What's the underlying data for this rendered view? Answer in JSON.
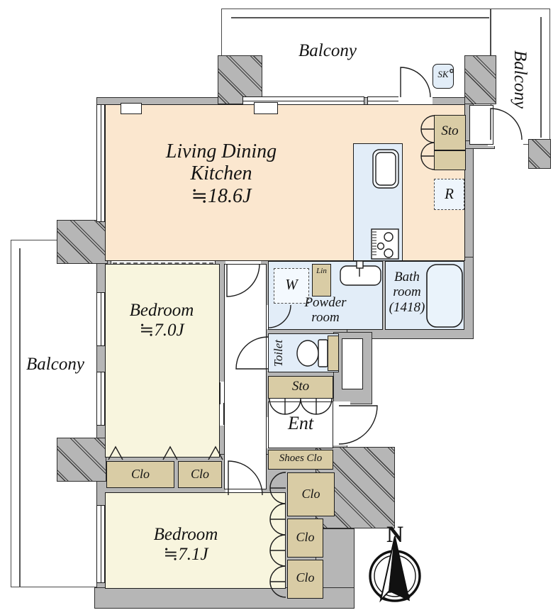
{
  "balconies": {
    "top": "Balcony",
    "right": "Balcony",
    "left": "Balcony"
  },
  "ldk": {
    "line1": "Living Dining",
    "line2": "Kitchen",
    "area": "≒18.6J"
  },
  "bedroom_north": {
    "name": "Bedroom",
    "area": "≒7.0J",
    "clo_left": "Clo",
    "clo_right": "Clo"
  },
  "bedroom_south": {
    "name": "Bedroom",
    "area": "≒7.1J",
    "clo_top": "Clo",
    "clo_mid": "Clo",
    "clo_bottom": "Clo"
  },
  "powder_room": {
    "line1": "Powder",
    "line2": "room",
    "washer": "W",
    "linen": "Lin"
  },
  "bathroom": {
    "line1": "Bath",
    "line2": "room",
    "size": "(1418)"
  },
  "toilet": {
    "label": "Toilet"
  },
  "hall_storage": {
    "label": "Sto"
  },
  "kitchen_storage": {
    "label": "Sto"
  },
  "entrance": {
    "label": "Ent",
    "shoes_closet": "Shoes Clo"
  },
  "appliances": {
    "fridge": "R",
    "slop_sink": "SK"
  },
  "compass": {
    "north": "N"
  },
  "colors": {
    "ldk_floor": "#fbe7cf",
    "bedroom_floor": "#f8f5de",
    "wet_area": "#e2edf8",
    "closet_fill": "#d9cca5",
    "wall": "#b6b6b6",
    "outline": "#1c1c1c"
  }
}
